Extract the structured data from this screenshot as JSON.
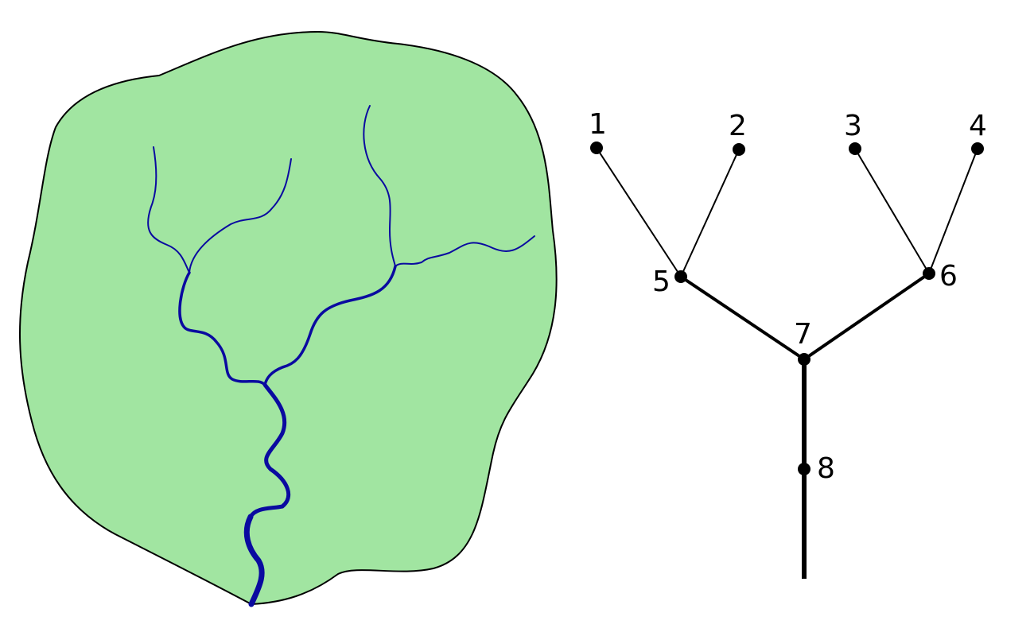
{
  "colors": {
    "watershed_fill": "#a1e5a1",
    "watershed_outline": "#000000",
    "river": "#0a0aa0",
    "tree": "#000000",
    "background": "#ffffff"
  },
  "watershed": {
    "description_visible": false
  },
  "tree": {
    "nodes": [
      {
        "id": "n1",
        "label": "1"
      },
      {
        "id": "n2",
        "label": "2"
      },
      {
        "id": "n3",
        "label": "3"
      },
      {
        "id": "n4",
        "label": "4"
      },
      {
        "id": "n5",
        "label": "5"
      },
      {
        "id": "n6",
        "label": "6"
      },
      {
        "id": "n7",
        "label": "7"
      },
      {
        "id": "n8",
        "label": "8"
      }
    ],
    "edges": [
      {
        "from": "1",
        "to": "5",
        "order": 1
      },
      {
        "from": "2",
        "to": "5",
        "order": 1
      },
      {
        "from": "3",
        "to": "6",
        "order": 1
      },
      {
        "from": "4",
        "to": "6",
        "order": 1
      },
      {
        "from": "5",
        "to": "7",
        "order": 2
      },
      {
        "from": "6",
        "to": "7",
        "order": 2
      },
      {
        "from": "7",
        "to": "8",
        "order": 3
      },
      {
        "from": "8",
        "to": "outlet",
        "order": 3
      }
    ]
  }
}
